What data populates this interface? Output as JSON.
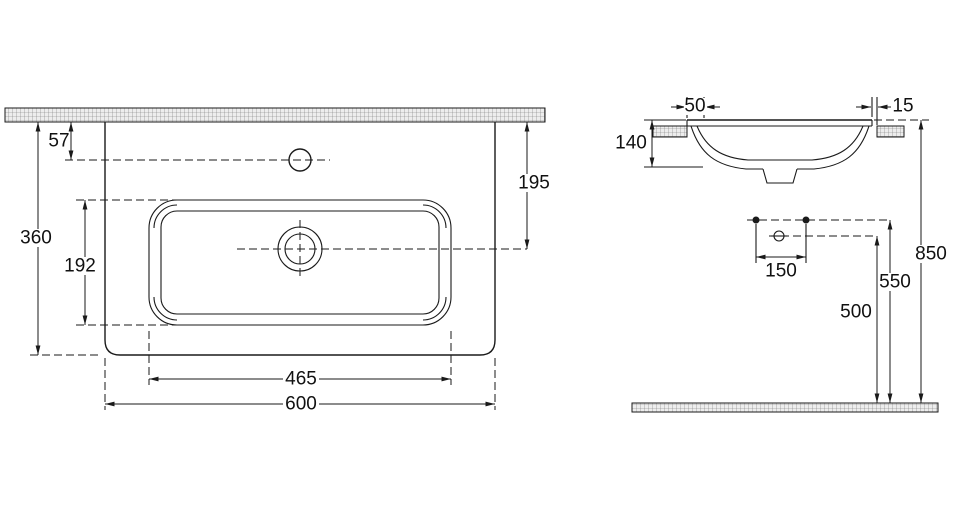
{
  "colors": {
    "line": "#1a1a1a",
    "background": "#ffffff"
  },
  "plan_view": {
    "dim_faucet_center_from_wall": "57",
    "dim_overall_depth": "360",
    "dim_bowl_inner_depth": "192",
    "dim_drain_center_from_wall": "195",
    "dim_bowl_inner_width": "465",
    "dim_overall_width": "600"
  },
  "side_view": {
    "dim_front_lip": "50",
    "dim_wall_offset": "15",
    "dim_basin_height": "140",
    "dim_mount_hole_spacing": "150",
    "dim_outlet_height": "500",
    "dim_mount_holes_height": "550",
    "dim_rim_height": "850"
  }
}
